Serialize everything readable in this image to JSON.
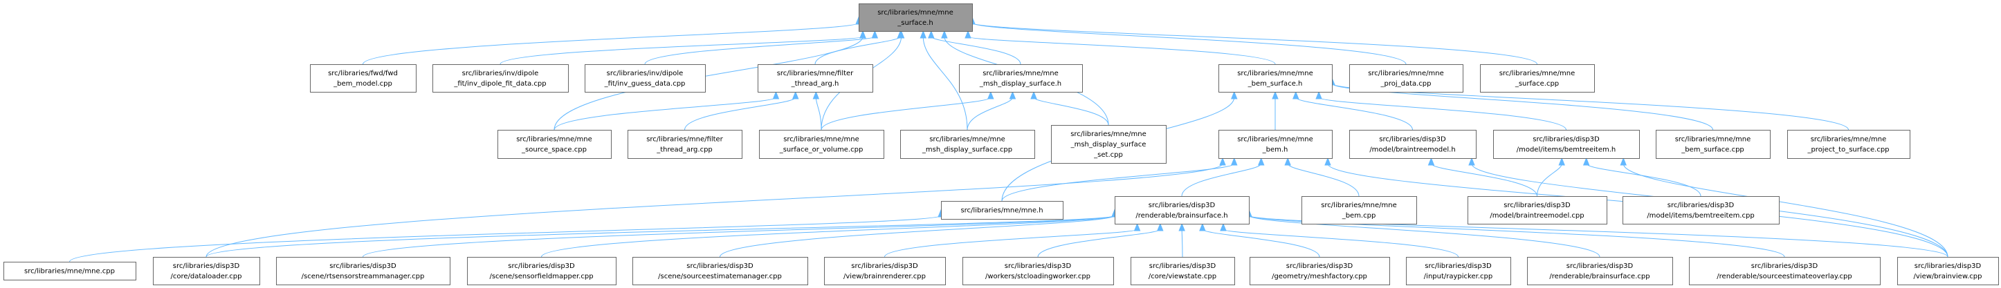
{
  "graph": {
    "title": "Include dependency graph",
    "edge_color": "#63b8ff",
    "root_fill": "#999999",
    "nodes": [
      {
        "id": "root",
        "lines": [
          "src/libraries/mne/mne",
          "_surface.h"
        ],
        "root": true
      },
      {
        "id": "fwd_bem",
        "lines": [
          "src/libraries/fwd/fwd",
          "_bem_model.cpp"
        ]
      },
      {
        "id": "inv_fit",
        "lines": [
          "src/libraries/inv/dipole",
          "_fit/inv_dipole_fit_data.cpp"
        ]
      },
      {
        "id": "inv_guess",
        "lines": [
          "src/libraries/inv/dipole",
          "_fit/inv_guess_data.cpp"
        ]
      },
      {
        "id": "filter_h",
        "lines": [
          "src/libraries/mne/filter",
          "_thread_arg.h"
        ]
      },
      {
        "id": "msh_h",
        "lines": [
          "src/libraries/mne/mne",
          "_msh_display_surface.h"
        ]
      },
      {
        "id": "bem_surface_h",
        "lines": [
          "src/libraries/mne/mne",
          "_bem_surface.h"
        ]
      },
      {
        "id": "proj_data",
        "lines": [
          "src/libraries/mne/mne",
          "_proj_data.cpp"
        ]
      },
      {
        "id": "surface_cpp",
        "lines": [
          "src/libraries/mne/mne",
          "_surface.cpp"
        ]
      },
      {
        "id": "source_space",
        "lines": [
          "src/libraries/mne/mne",
          "_source_space.cpp"
        ]
      },
      {
        "id": "filter_cpp",
        "lines": [
          "src/libraries/mne/filter",
          "_thread_arg.cpp"
        ]
      },
      {
        "id": "surf_or_vol",
        "lines": [
          "src/libraries/mne/mne",
          "_surface_or_volume.cpp"
        ]
      },
      {
        "id": "msh_cpp",
        "lines": [
          "src/libraries/mne/mne",
          "_msh_display_surface.cpp"
        ]
      },
      {
        "id": "msh_set",
        "lines": [
          "src/libraries/mne/mne",
          "_msh_display_surface",
          "_set.cpp"
        ]
      },
      {
        "id": "bem_h",
        "lines": [
          "src/libraries/mne/mne",
          "_bem.h"
        ]
      },
      {
        "id": "braintreemodel_h",
        "lines": [
          "src/libraries/disp3D",
          "/model/braintreemodel.h"
        ]
      },
      {
        "id": "bemtreeitem_h",
        "lines": [
          "src/libraries/disp3D",
          "/model/items/bemtreeitem.h"
        ]
      },
      {
        "id": "bem_surface_cpp",
        "lines": [
          "src/libraries/mne/mne",
          "_bem_surface.cpp"
        ]
      },
      {
        "id": "project_to_surface",
        "lines": [
          "src/libraries/mne/mne",
          "_project_to_surface.cpp"
        ]
      },
      {
        "id": "mne_h",
        "lines": [
          "src/libraries/mne/mne.h"
        ]
      },
      {
        "id": "brainsurface_h",
        "lines": [
          "src/libraries/disp3D",
          "/renderable/brainsurface.h"
        ]
      },
      {
        "id": "bem_cpp",
        "lines": [
          "src/libraries/mne/mne",
          "_bem.cpp"
        ]
      },
      {
        "id": "braintreemodel_cpp",
        "lines": [
          "src/libraries/disp3D",
          "/model/braintreemodel.cpp"
        ]
      },
      {
        "id": "bemtreeitem_cpp",
        "lines": [
          "src/libraries/disp3D",
          "/model/items/bemtreeitem.cpp"
        ]
      },
      {
        "id": "mne_cpp",
        "lines": [
          "src/libraries/mne/mne.cpp"
        ]
      },
      {
        "id": "dataloader",
        "lines": [
          "src/libraries/disp3D",
          "/core/dataloader.cpp"
        ]
      },
      {
        "id": "rtsensor",
        "lines": [
          "src/libraries/disp3D",
          "/scene/rtsensorstreammanager.cpp"
        ]
      },
      {
        "id": "sensorfield",
        "lines": [
          "src/libraries/disp3D",
          "/scene/sensorfieldmapper.cpp"
        ]
      },
      {
        "id": "sourceestmgr",
        "lines": [
          "src/libraries/disp3D",
          "/scene/sourceestimatemanager.cpp"
        ]
      },
      {
        "id": "brainrenderer",
        "lines": [
          "src/libraries/disp3D",
          "/view/brainrenderer.cpp"
        ]
      },
      {
        "id": "stcloading",
        "lines": [
          "src/libraries/disp3D",
          "/workers/stcloadingworker.cpp"
        ]
      },
      {
        "id": "viewstate",
        "lines": [
          "src/libraries/disp3D",
          "/core/viewstate.cpp"
        ]
      },
      {
        "id": "meshfactory",
        "lines": [
          "src/libraries/disp3D",
          "/geometry/meshfactory.cpp"
        ]
      },
      {
        "id": "raypicker",
        "lines": [
          "src/libraries/disp3D",
          "/input/raypicker.cpp"
        ]
      },
      {
        "id": "brainsurface_cpp",
        "lines": [
          "src/libraries/disp3D",
          "/renderable/brainsurface.cpp"
        ]
      },
      {
        "id": "sourceestoverlay",
        "lines": [
          "src/libraries/disp3D",
          "/renderable/sourceestimateoverlay.cpp"
        ]
      },
      {
        "id": "brainview",
        "lines": [
          "src/libraries/disp3D",
          "/view/brainview.cpp"
        ]
      }
    ],
    "edges": [
      [
        "fwd_bem",
        "root"
      ],
      [
        "inv_fit",
        "root"
      ],
      [
        "inv_guess",
        "root"
      ],
      [
        "source_space",
        "root"
      ],
      [
        "filter_h",
        "root"
      ],
      [
        "surf_or_vol",
        "root"
      ],
      [
        "msh_cpp",
        "root"
      ],
      [
        "msh_h",
        "root"
      ],
      [
        "msh_set",
        "root"
      ],
      [
        "bem_surface_h",
        "root"
      ],
      [
        "proj_data",
        "root"
      ],
      [
        "surface_cpp",
        "root"
      ],
      [
        "source_space",
        "filter_h"
      ],
      [
        "filter_cpp",
        "filter_h"
      ],
      [
        "surf_or_vol",
        "filter_h"
      ],
      [
        "surf_or_vol",
        "msh_h"
      ],
      [
        "msh_cpp",
        "msh_h"
      ],
      [
        "msh_set",
        "msh_h"
      ],
      [
        "mne_h",
        "bem_surface_h"
      ],
      [
        "bem_h",
        "bem_surface_h"
      ],
      [
        "braintreemodel_h",
        "bem_surface_h"
      ],
      [
        "bemtreeitem_h",
        "bem_surface_h"
      ],
      [
        "bem_surface_cpp",
        "bem_surface_h"
      ],
      [
        "project_to_surface",
        "bem_surface_h"
      ],
      [
        "mne_h",
        "bem_h"
      ],
      [
        "brainsurface_h",
        "bem_h"
      ],
      [
        "bem_cpp",
        "bem_h"
      ],
      [
        "brainview",
        "bem_h"
      ],
      [
        "dataloader",
        "bem_h"
      ],
      [
        "mne_cpp",
        "mne_h"
      ],
      [
        "dataloader",
        "brainsurface_h"
      ],
      [
        "rtsensor",
        "brainsurface_h"
      ],
      [
        "sensorfield",
        "brainsurface_h"
      ],
      [
        "sourceestmgr",
        "brainsurface_h"
      ],
      [
        "brainrenderer",
        "brainsurface_h"
      ],
      [
        "stcloading",
        "brainsurface_h"
      ],
      [
        "viewstate",
        "brainsurface_h"
      ],
      [
        "meshfactory",
        "brainsurface_h"
      ],
      [
        "raypicker",
        "brainsurface_h"
      ],
      [
        "brainsurface_cpp",
        "brainsurface_h"
      ],
      [
        "sourceestoverlay",
        "brainsurface_h"
      ],
      [
        "brainview",
        "brainsurface_h"
      ],
      [
        "braintreemodel_cpp",
        "braintreemodel_h"
      ],
      [
        "brainview",
        "braintreemodel_h"
      ],
      [
        "braintreemodel_cpp",
        "bemtreeitem_h"
      ],
      [
        "bemtreeitem_cpp",
        "bemtreeitem_h"
      ],
      [
        "brainview",
        "bemtreeitem_h"
      ]
    ]
  }
}
